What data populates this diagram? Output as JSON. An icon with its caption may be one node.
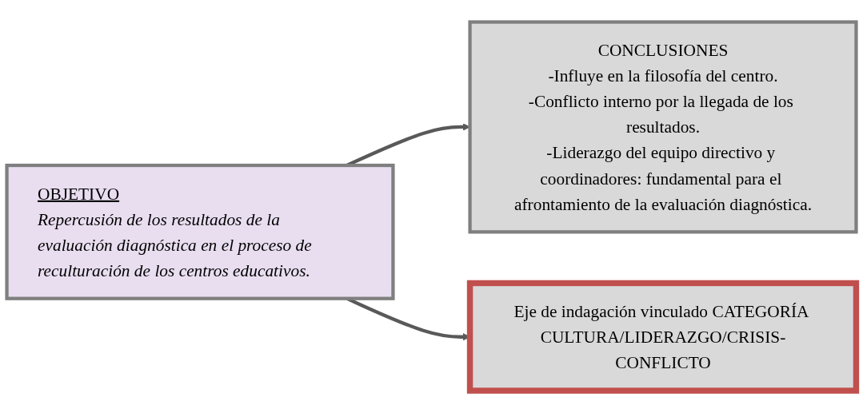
{
  "diagram": {
    "nodes": [
      {
        "text": [
          "OBJETIVO",
          "Repercusión de los resultados de la evaluación diagnóstica en el proceso de reculturación de los centros educativos."
        ]
      },
      {
        "text": [
          "CONCLUSIONES",
          "-Influye en la filosofía del centro.",
          "-Conflicto interno por la llegada de los resultados.",
          "-Liderazgo del equipo directivo y coordinadores: fundamental para el afrontamiento de la evaluación diagnóstica."
        ]
      },
      {
        "text": [
          "Eje de indagación vinculado CATEGORÍA CULTURA/LIDERAZGO/CRISIS-CONFLICTO"
        ]
      }
    ],
    "edges": [
      {
        "from": 0,
        "to": 1,
        "arrow": "to"
      },
      {
        "from": 0,
        "to": 2,
        "arrow": "to"
      }
    ]
  }
}
